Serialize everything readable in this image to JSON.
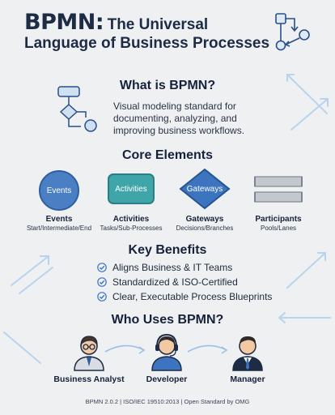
{
  "title": {
    "acronym": "BPMN:",
    "rest_line1": "The Universal",
    "line2": "Language of Business Processes"
  },
  "what": {
    "heading": "What is BPMN?",
    "description": "Visual modeling standard for documenting, analyzing, and improving business workflows."
  },
  "core": {
    "heading": "Core Elements",
    "elements": [
      {
        "shape_label": "Events",
        "title": "Events",
        "subtitle": "Start/Intermediate/End"
      },
      {
        "shape_label": "Activities",
        "title": "Activities",
        "subtitle": "Tasks/Sub-Processes"
      },
      {
        "shape_label": "Gateways",
        "title": "Gateways",
        "subtitle": "Decisions/Branches"
      },
      {
        "shape_label": "",
        "title": "Participants",
        "subtitle": "Pools/Lanes"
      }
    ]
  },
  "benefits": {
    "heading": "Key Benefits",
    "items": [
      "Aligns Business & IT Teams",
      "Standardized & ISO-Certified",
      "Clear, Executable Process Blueprints"
    ]
  },
  "users": {
    "heading": "Who Uses BPMN?",
    "roles": [
      "Business Analyst",
      "Developer",
      "Manager"
    ]
  },
  "footer": "BPMN 2.0.2 | ISO/IEC 19510:2013 | Open Standard by OMG",
  "colors": {
    "navy": "#1d2b45",
    "event_blue": "#4a7fc4",
    "activity_teal": "#3fa5a8",
    "gateway_blue": "#3c74c0",
    "lane_gray": "#b9bec6",
    "accent_light_blue": "#9cc0e6"
  }
}
